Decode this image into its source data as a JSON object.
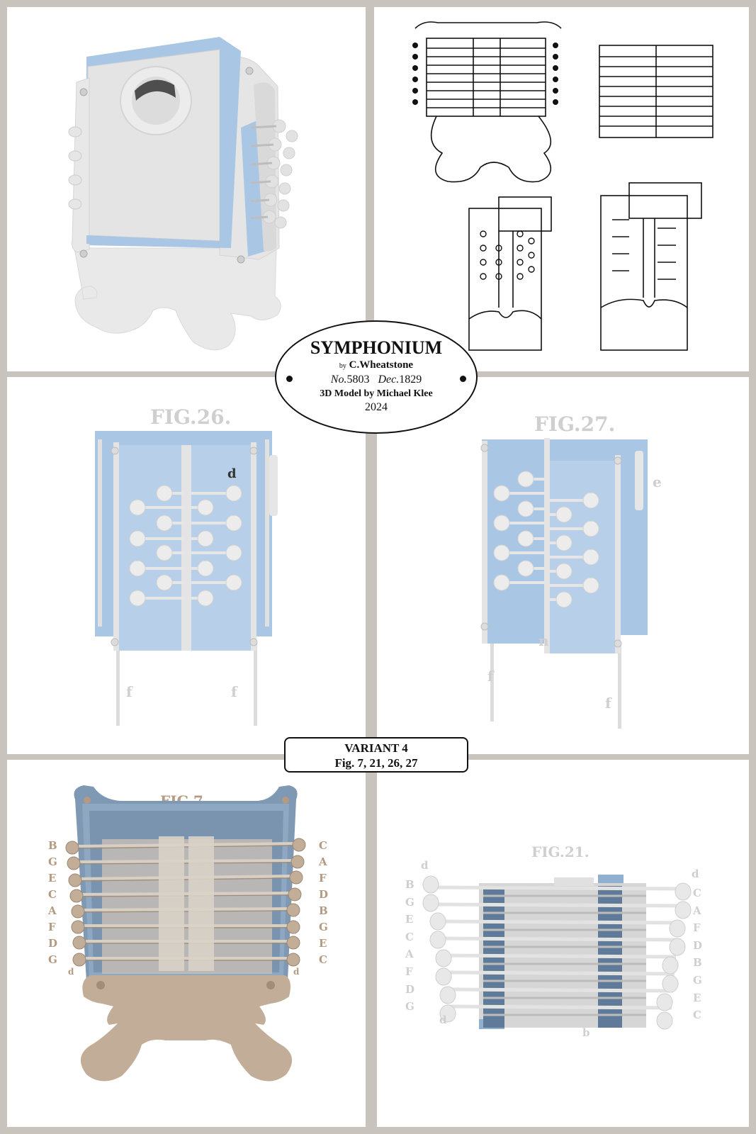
{
  "cartouche": {
    "title": "SYMPHONIUM",
    "by_prefix": "by",
    "author": "C.Wheatstone",
    "number_prefix": "No.",
    "number": "5803",
    "date_prefix": "Dec.",
    "date_year": "1829",
    "credit": "3D Model by Michael Klee",
    "credit_year": "2024"
  },
  "variant_box": {
    "line1": "VARIANT 4",
    "line2": "Fig. 7, 21, 26, 27"
  },
  "panels": {
    "fig26": {
      "label": "FIG.26.",
      "label_d": "d",
      "label_f_left": "f",
      "label_f_right": "f"
    },
    "fig27": {
      "label": "FIG.27.",
      "label_e": "e",
      "label_n": "n",
      "label_f_left": "f",
      "label_f_right": "f"
    },
    "fig7": {
      "label": "FIG.7.",
      "notes_left": [
        "B",
        "G",
        "E",
        "C",
        "A",
        "F",
        "D",
        "G"
      ],
      "notes_right": [
        "C",
        "A",
        "F",
        "D",
        "B",
        "G",
        "E",
        "C"
      ],
      "label_d_left": "d",
      "label_d_right": "d"
    },
    "fig21": {
      "label": "FIG.21.",
      "notes_left": [
        "B",
        "G",
        "E",
        "C",
        "A",
        "F",
        "D",
        "G"
      ],
      "notes_right": [
        "C",
        "A",
        "F",
        "D",
        "B",
        "G",
        "E",
        "C"
      ],
      "label_d_top_left": "d",
      "label_d_top_right": "d",
      "label_d_bottom": "d",
      "label_b": "b"
    }
  },
  "colors": {
    "background_border": "#c9c3bd",
    "model_blue": "#a9c7e4",
    "model_white": "#e6e6e6",
    "brass": "#c2ae98",
    "label_gray": "#cfcfcf",
    "label_brown": "#b49a80",
    "ink": "#111111"
  }
}
